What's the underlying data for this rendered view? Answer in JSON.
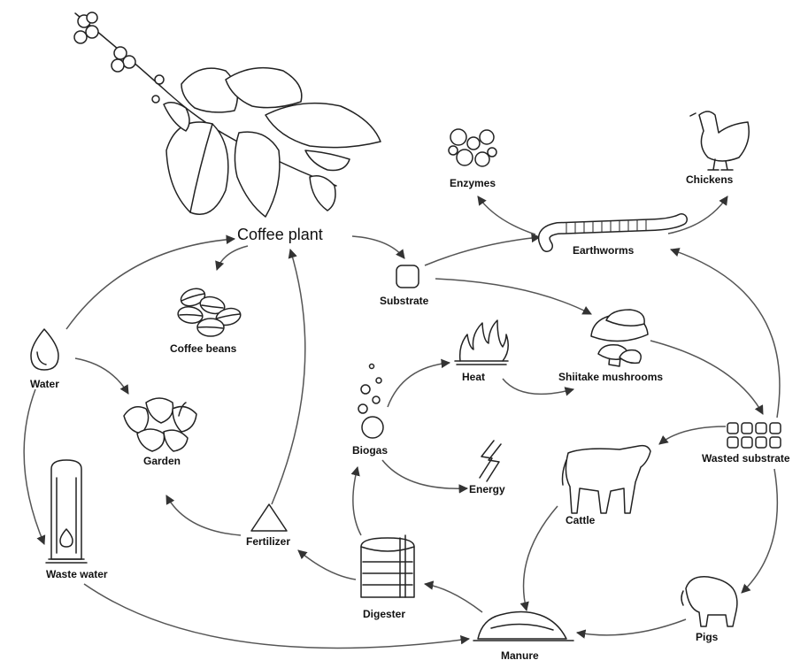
{
  "labels": {
    "coffee_plant": "Coffee plant",
    "substrate": "Substrate",
    "enzymes": "Enzymes",
    "earthworms": "Earthworms",
    "chickens": "Chickens",
    "coffee_beans": "Coffee beans",
    "water": "Water",
    "heat": "Heat",
    "shiitake": "Shiitake mushrooms",
    "garden": "Garden",
    "biogas": "Biogas",
    "wasted_substrate": "Wasted substrate",
    "energy": "Energy",
    "cattle": "Cattle",
    "fertilizer": "Fertilizer",
    "waste_water": "Waste water",
    "digester": "Digester",
    "pigs": "Pigs",
    "manure": "Manure"
  },
  "colors": {
    "ink": "#222222",
    "arrow": "#555555",
    "background": "#ffffff"
  }
}
